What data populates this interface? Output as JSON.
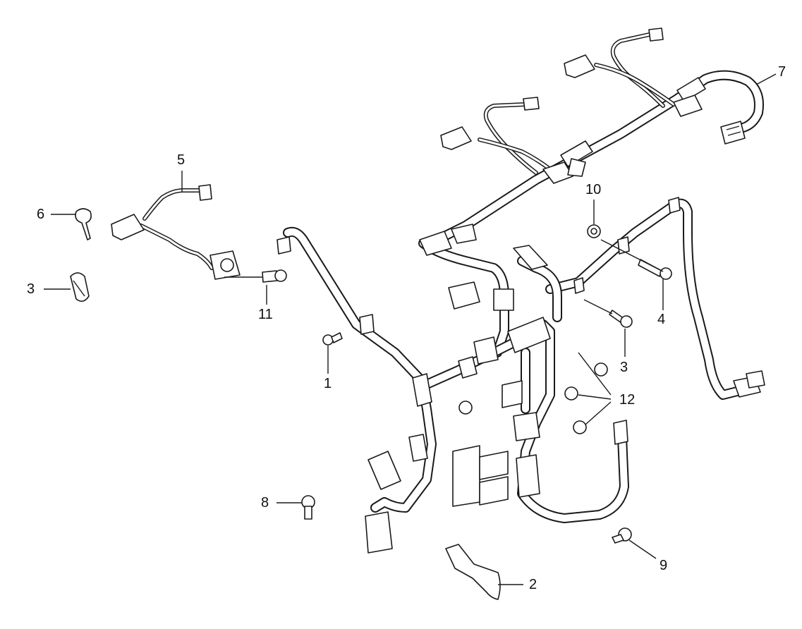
{
  "callouts": [
    "1",
    "2",
    "3",
    "3",
    "4",
    "5",
    "6",
    "7",
    "8",
    "9",
    "10",
    "11",
    "12"
  ],
  "colors": {
    "line": "#1a1a1a",
    "background": "#ffffff"
  }
}
